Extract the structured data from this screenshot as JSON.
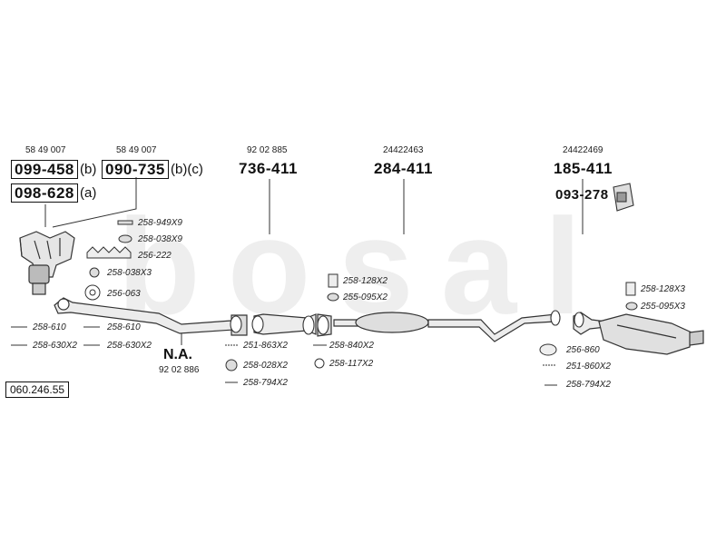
{
  "watermark": "bosal",
  "reference": "060.246.55",
  "na": {
    "label": "N.A.",
    "oem": "92 02 886"
  },
  "parts": {
    "manifold_b": {
      "oem": "58 49 007",
      "code": "099-458",
      "suffix": "(b)"
    },
    "manifold_bc": {
      "oem": "58 49 007",
      "code": "090-735",
      "suffix": "(b)(c)"
    },
    "manifold_a": {
      "code": "098-628",
      "suffix": "(a)"
    },
    "front_pipe": {
      "oem": "92 02 885",
      "code": "736-411"
    },
    "middle": {
      "oem": "24422463",
      "code": "284-411"
    },
    "rear": {
      "oem": "24422469",
      "code": "185-411"
    },
    "bracket": {
      "code": "093-278"
    }
  },
  "accessories": {
    "a1": "258-949X9",
    "a2": "258-038X9",
    "a3": "256-222",
    "a4": "258-038X3",
    "a5": "256-063",
    "a6": "258-610",
    "a7": "258-630X2",
    "a8": "258-610",
    "a9": "258-630X2",
    "a10": "251-863X2",
    "a11": "258-028X2",
    "a12": "258-794X2",
    "a13": "258-128X2",
    "a14": "255-095X2",
    "a15": "258-840X2",
    "a16": "258-117X2",
    "a17": "258-128X3",
    "a18": "255-095X3",
    "a19": "256-860",
    "a20": "251-860X2",
    "a21": "258-794X2"
  }
}
